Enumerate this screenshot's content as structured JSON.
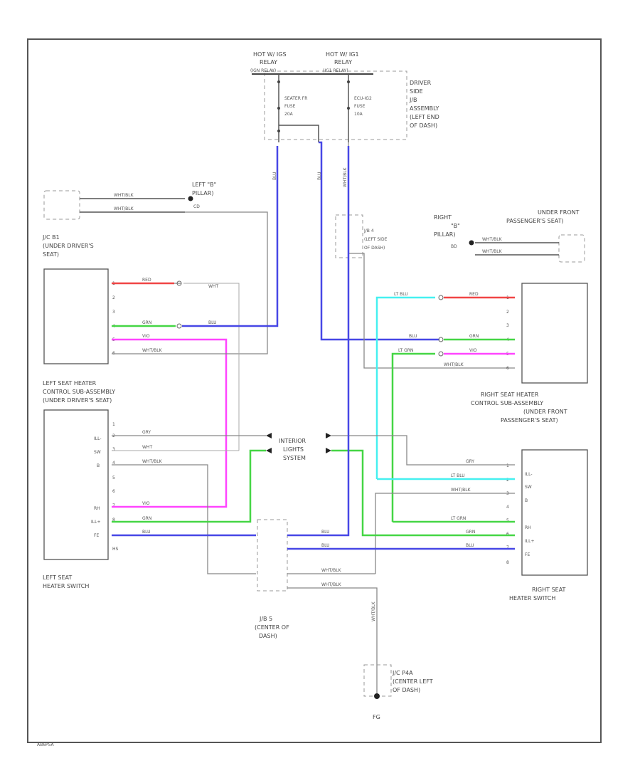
{
  "labels": {
    "relay1": [
      "HOT W/ IGS",
      "RELAY",
      "(IGN RELAY)"
    ],
    "relay2": [
      "HOT W/ IG1",
      "RELAY",
      "(IG1 RELAY)"
    ],
    "driver_jb": [
      "DRIVER",
      "SIDE",
      "J/B",
      "ASSEMBLY",
      "(LEFT END",
      "OF DASH)"
    ],
    "fuse1": [
      "SEATER FR",
      "FUSE",
      "20A"
    ],
    "fuse2": [
      "ECU-IG2",
      "FUSE",
      "10A"
    ],
    "gnd_left": [
      "LEFT \"B\"",
      "PILLAR)",
      "CD"
    ],
    "jc_left": [
      "J/C B1",
      "(UNDER DRIVER'S",
      "SEAT)"
    ],
    "under_front_pass": [
      "UNDER FRONT",
      "PASSENGER'S SEAT)"
    ],
    "gnd_right": [
      "RIGHT",
      "\"B\"",
      "PILLAR)",
      "BD"
    ],
    "jb4": [
      "J/B 4",
      "(LEFT SIDE",
      "OF DASH)"
    ],
    "left_ctrl": [
      "LEFT SEAT HEATER",
      "CONTROL SUB-ASSEMBLY",
      "(UNDER DRIVER'S SEAT)"
    ],
    "right_ctrl": [
      "RIGHT SEAT HEATER",
      "CONTROL SUB-ASSEMBLY",
      "(UNDER FRONT",
      "PASSENGER'S SEAT)"
    ],
    "interior": [
      "INTERIOR",
      "LIGHTS",
      "SYSTEM"
    ],
    "left_switch": [
      "LEFT SEAT",
      "HEATER SWITCH"
    ],
    "right_switch": [
      "RIGHT SEAT",
      "HEATER SWITCH"
    ],
    "jb5": [
      "J/B 5",
      "(CENTER OF",
      "DASH)"
    ],
    "jc_center": [
      "J/C P4A",
      "(CENTER LEFT",
      "OF DASH)"
    ],
    "gnd_center": "FG",
    "page_code": "AB6P5A"
  },
  "wire_labels": {
    "red": "RED",
    "grn": "GRN",
    "vio": "VIO",
    "wht": "WHT",
    "whtblk": "WHT/BLK",
    "blu": "BLU",
    "gry": "GRY",
    "ltblu": "LT BLU",
    "ltgrn": "LT GRN"
  },
  "pins": {
    "left_ctrl": [
      "1",
      "2",
      "3",
      "4",
      "5",
      "6"
    ],
    "left_switch": [
      "1",
      "2",
      "3",
      "4",
      "5",
      "6",
      "7",
      "8"
    ],
    "left_switch_fn": [
      "ILL-",
      "",
      "SW",
      "B",
      "",
      "RH",
      "ILL+",
      "FE",
      "HS"
    ],
    "right_ctrl": [
      "1",
      "2",
      "3",
      "4",
      "5",
      "6"
    ],
    "right_switch": [
      "1",
      "2",
      "3",
      "4",
      "5",
      "6",
      "7",
      "8"
    ],
    "right_switch_fn": [
      "ILL-",
      "SW",
      "B",
      "",
      "RH",
      "ILL+",
      "FE",
      ""
    ]
  },
  "colors": {
    "frame": "#555555",
    "gray_wire": "#7a7a7a",
    "blue": "#4747e6",
    "green": "#45d645",
    "magenta": "#ff45ff",
    "cyan": "#45f0f0",
    "red": "#f04545"
  }
}
